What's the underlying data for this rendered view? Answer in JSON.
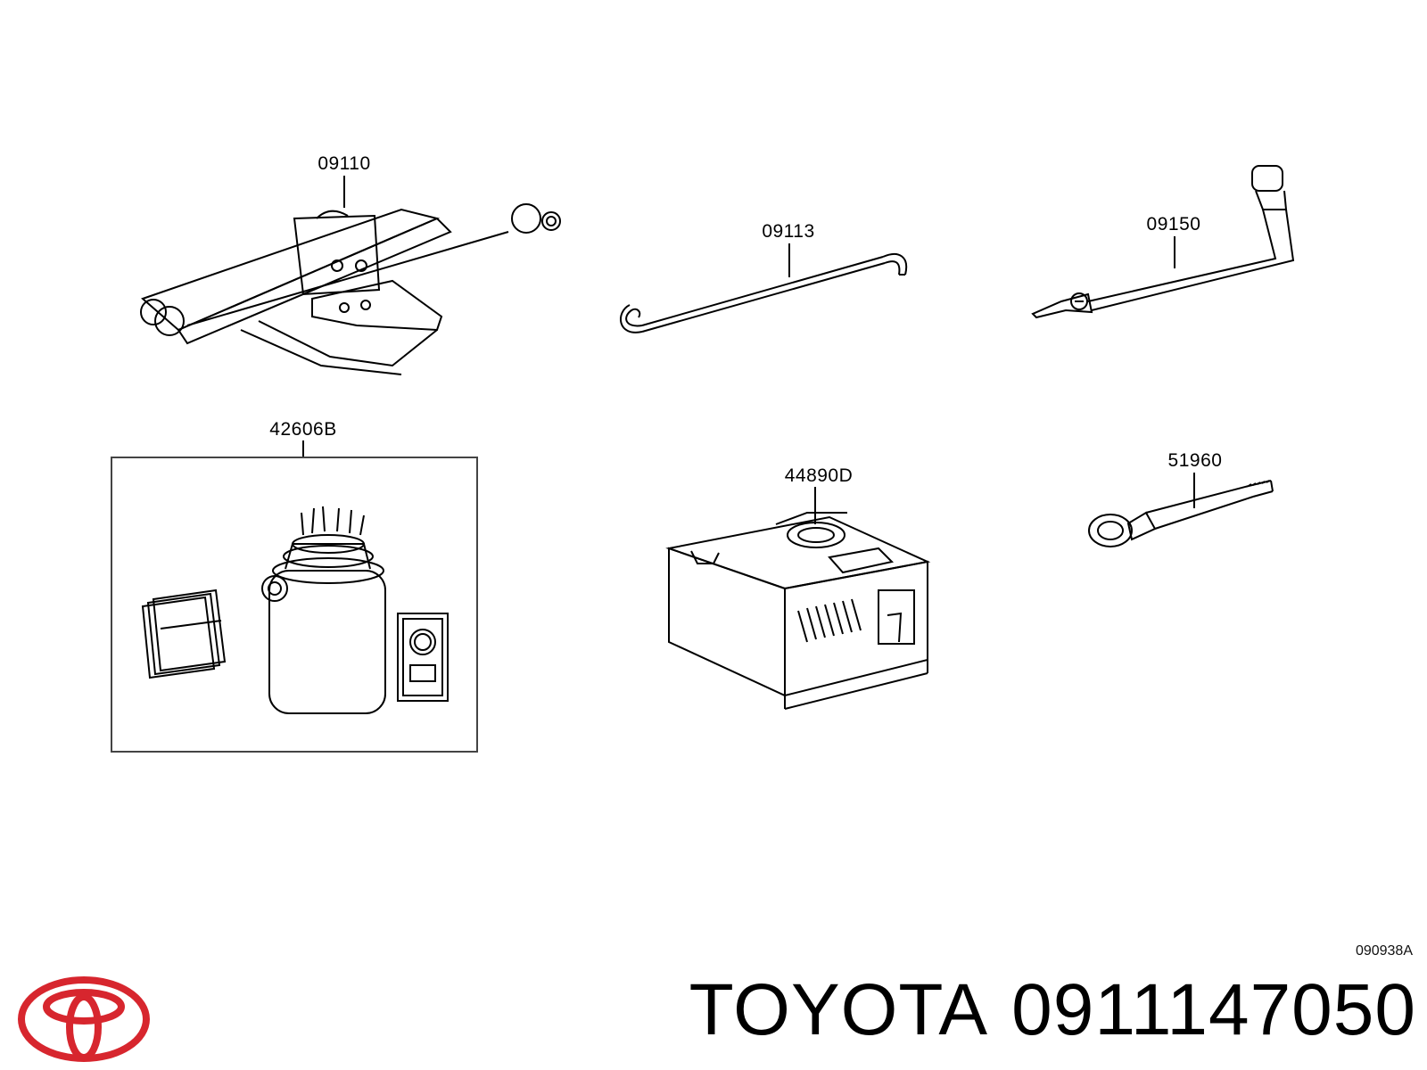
{
  "parts": [
    {
      "id": "jack",
      "label": "09110"
    },
    {
      "id": "jack-handle",
      "label": "09113"
    },
    {
      "id": "wheel-wrench",
      "label": "09150"
    },
    {
      "id": "repair-kit",
      "label": "42606B"
    },
    {
      "id": "compressor",
      "label": "44890D"
    },
    {
      "id": "towing-eye",
      "label": "51960"
    }
  ],
  "diagram_code": "090938A",
  "brand": {
    "name": "TOYOTA",
    "part_number": "0911147050",
    "logo_color": "#d7262e"
  }
}
